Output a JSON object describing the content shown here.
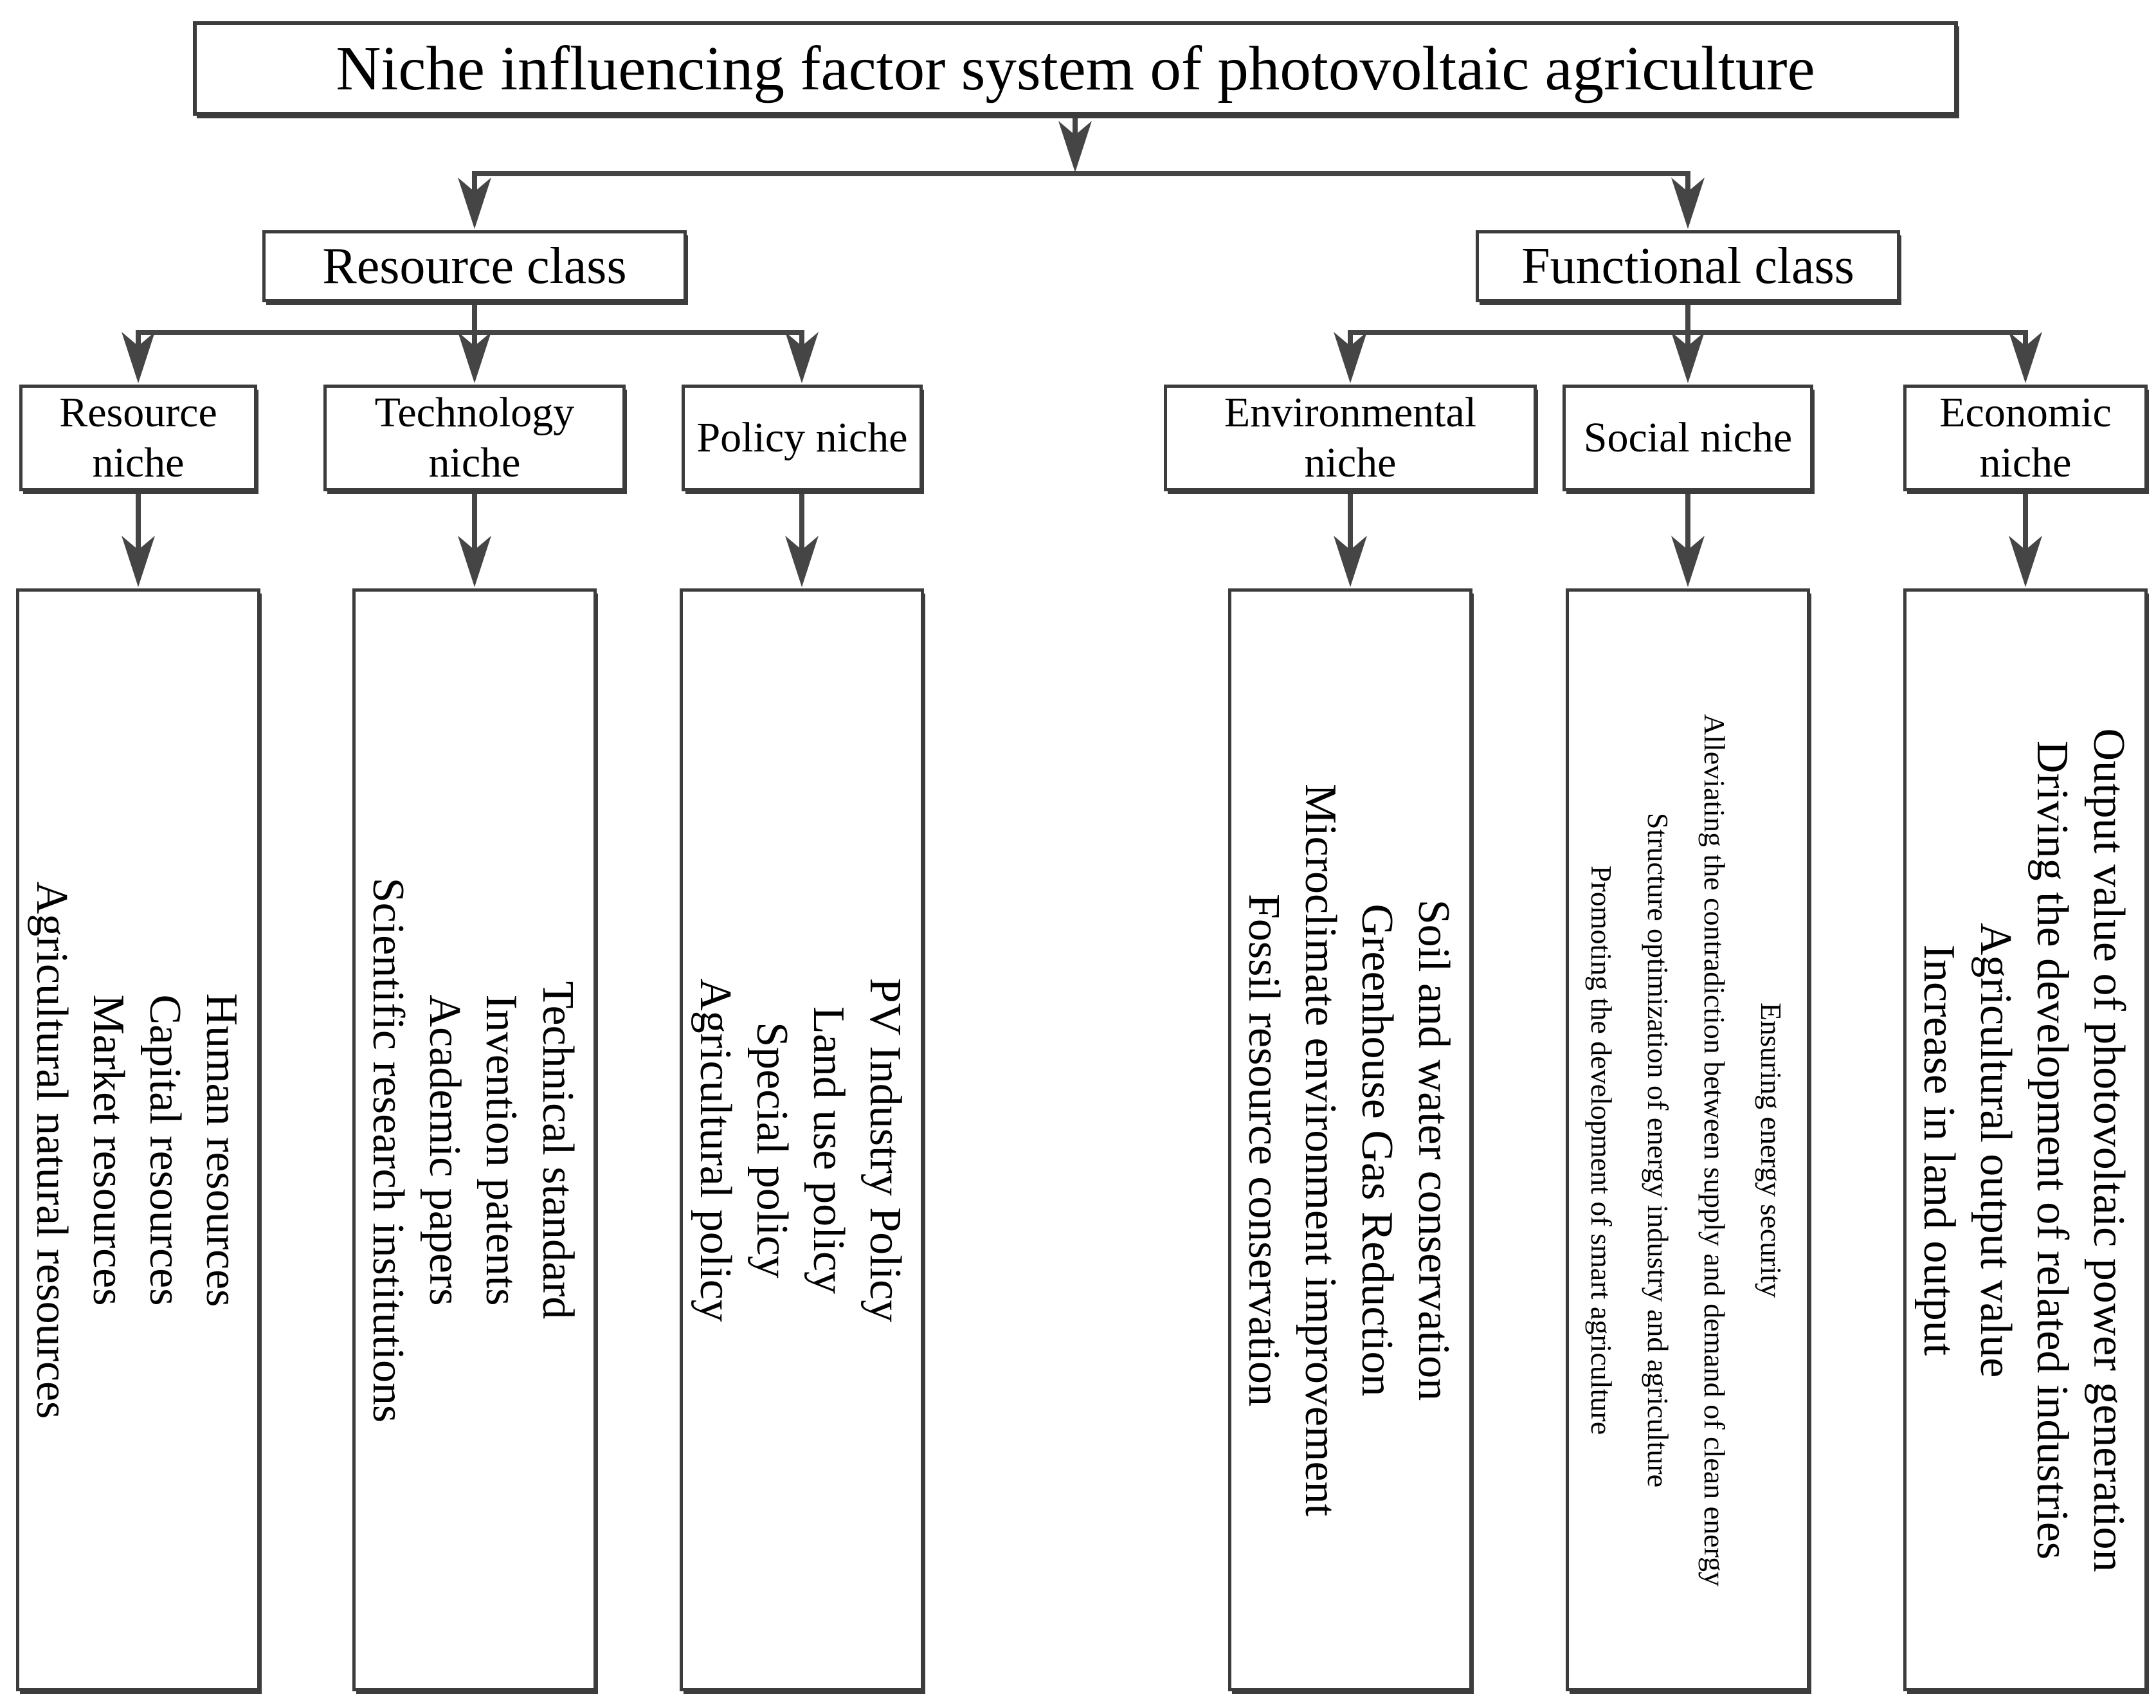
{
  "title": "Niche influencing factor system of photovoltaic agriculture",
  "colors": {
    "background": "#ffffff",
    "line": "#454545",
    "border": "#3c3c3c",
    "text": "#000000"
  },
  "classes": [
    {
      "label": "Resource class",
      "niches": [
        {
          "label": "Resource niche",
          "items": [
            "Human resources",
            "Capital resources",
            "Market resources",
            "Agricultural natural resources"
          ]
        },
        {
          "label": "Technology niche",
          "items": [
            "Technical standard",
            "Invention patents",
            "Academic papers",
            "Scientific research institutions"
          ]
        },
        {
          "label": "Policy niche",
          "items": [
            "PV Industry Policy",
            "Land use policy",
            "Special policy",
            "Agricultural policy"
          ]
        }
      ]
    },
    {
      "label": "Functional class",
      "niches": [
        {
          "label": "Environmental niche",
          "items": [
            "Soil and water conservation",
            "Greenhouse Gas Reduction",
            "Microclimate environment improvement",
            "Fossil resource conservation"
          ]
        },
        {
          "label": "Social niche",
          "items": [
            "Ensuring energy security",
            "Alleviating the contradiction between supply and demand of clean energy",
            "Structure optimization of energy industry and agriculture",
            "Promoting the development of smart agriculture"
          ]
        },
        {
          "label": "Economic niche",
          "items": [
            "Output value of photovoltaic power generation",
            "Driving the development of related industries",
            "Agricultural output value",
            "Increase in land output"
          ]
        }
      ]
    }
  ]
}
